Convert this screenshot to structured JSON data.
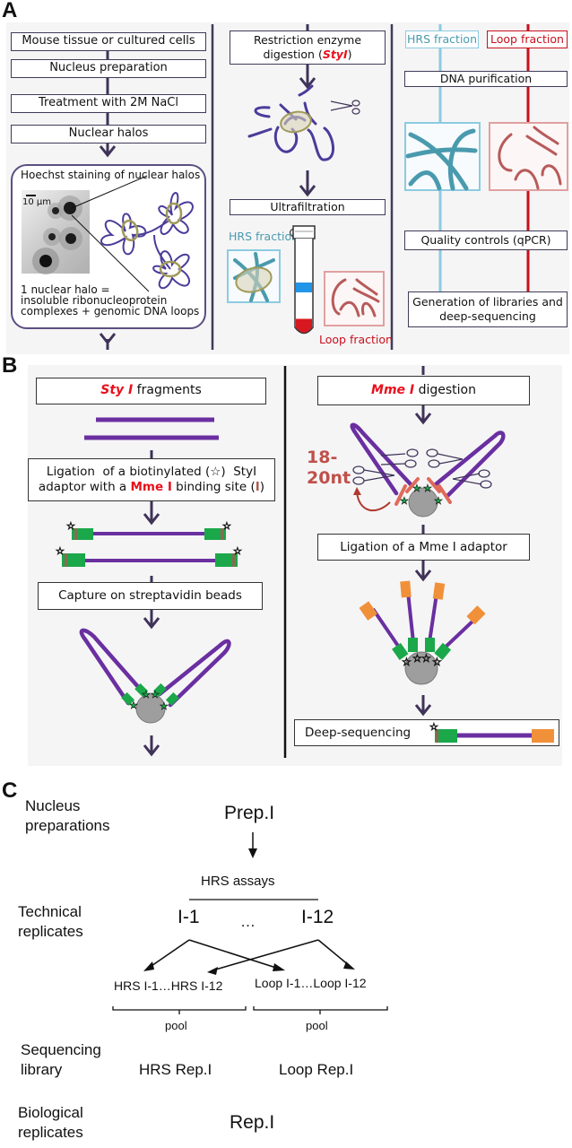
{
  "panels": {
    "A": {
      "letter": "A",
      "col1": {
        "steps": [
          "Mouse tissue or cultured cells",
          "Nucleus preparation",
          "Treatment with 2M NaCl",
          "Nuclear halos"
        ],
        "halo_box": {
          "title": "Hoechst staining of nuclear halos",
          "scale_bar": "10 µm",
          "caption_line1": "1 nuclear halo =",
          "caption_line2": "insoluble ribonucleoprotein",
          "caption_line3": "complexes + genomic DNA loops"
        }
      },
      "col2": {
        "digest_line1": "Restriction enzyme",
        "digest_line2_pre": "digestion (",
        "digest_enzyme": "StyI",
        "digest_line2_post": ")",
        "ultrafiltration": "Ultrafiltration",
        "hrs_label": "HRS fraction",
        "loop_label": "Loop fraction"
      },
      "col3": {
        "hrs_header": "HRS fraction",
        "loop_header": "Loop fraction",
        "dna_purification": "DNA purification",
        "quality_controls": "Quality controls (qPCR)",
        "libraries_line1": "Generation of libraries and",
        "libraries_line2": "deep-sequencing"
      }
    },
    "B": {
      "letter": "B",
      "left": {
        "sty_enzyme": "Sty I",
        "sty_rest": " fragments",
        "ligation_line1": "Ligation  of a biotinylated (☆)  StyI",
        "ligation_line2_pre": "adaptor with a ",
        "ligation_enzyme": "Mme I",
        "ligation_line2_mid": " binding site (",
        "ligation_site_mark": "I",
        "ligation_line2_post": ")",
        "capture": "Capture on streptavidin beads"
      },
      "right": {
        "mme_enzyme": "Mme I",
        "mme_rest": " digestion",
        "length_label_line1": "18-",
        "length_label_line2": "20nt",
        "ligation_adaptor": "Ligation of a Mme I adaptor",
        "deep_sequencing": "Deep-sequencing"
      }
    },
    "C": {
      "letter": "C",
      "row_labels": {
        "nucleus_line1": "Nucleus",
        "nucleus_line2": "preparations",
        "technical_line1": "Technical",
        "technical_line2": "replicates",
        "sequencing_line1": "Sequencing",
        "sequencing_line2": "library",
        "biological_line1": "Biological",
        "biological_line2": "replicates"
      },
      "prep": "Prep.I",
      "hrs_assays": "HRS assays",
      "replicate_first": "I-1",
      "ellipsis": "…",
      "replicate_last": "I-12",
      "hrs_range": "HRS I-1…HRS I-12",
      "loop_range": "Loop I-1…Loop I-12",
      "pool_left": "pool",
      "pool_right": "pool",
      "hrs_rep": "HRS Rep.I",
      "loop_rep": "Loop Rep.I",
      "rep": "Rep.I"
    }
  },
  "colors": {
    "dna_purple": "#6a2fa0",
    "arrow_dark": "#3f3358",
    "hrs_blue": "#8ccbe0",
    "hrs_teal": "#4a9aae",
    "loop_red": "#c8101c",
    "loop_rose": "#c06a6a",
    "adaptor_green": "#1aa84a",
    "adaptor_orange": "#f0913a",
    "highlight_red": "#e8101c"
  }
}
